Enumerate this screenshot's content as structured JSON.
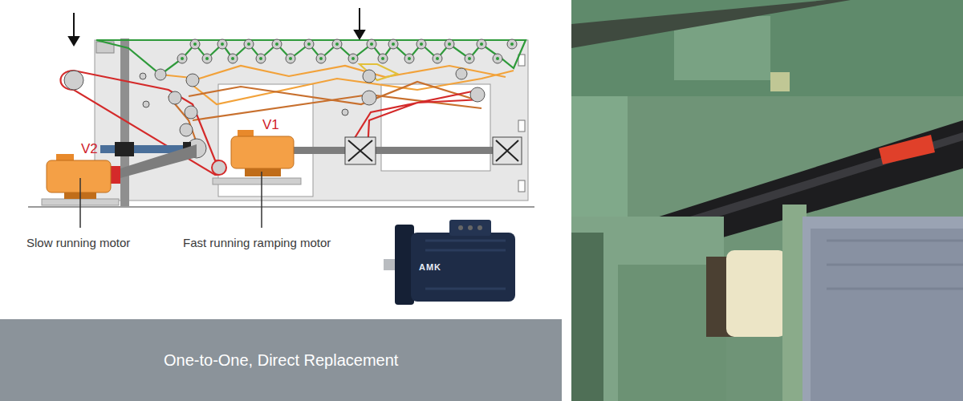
{
  "diagram": {
    "caption": "One-to-One, Direct Replacement",
    "nodes": [
      {
        "text": [
          "V2"
        ]
      },
      {
        "text": [
          "V1"
        ]
      }
    ],
    "labels": [
      "Slow running motor",
      "Fast running ramping motor",
      "AMK"
    ]
  }
}
